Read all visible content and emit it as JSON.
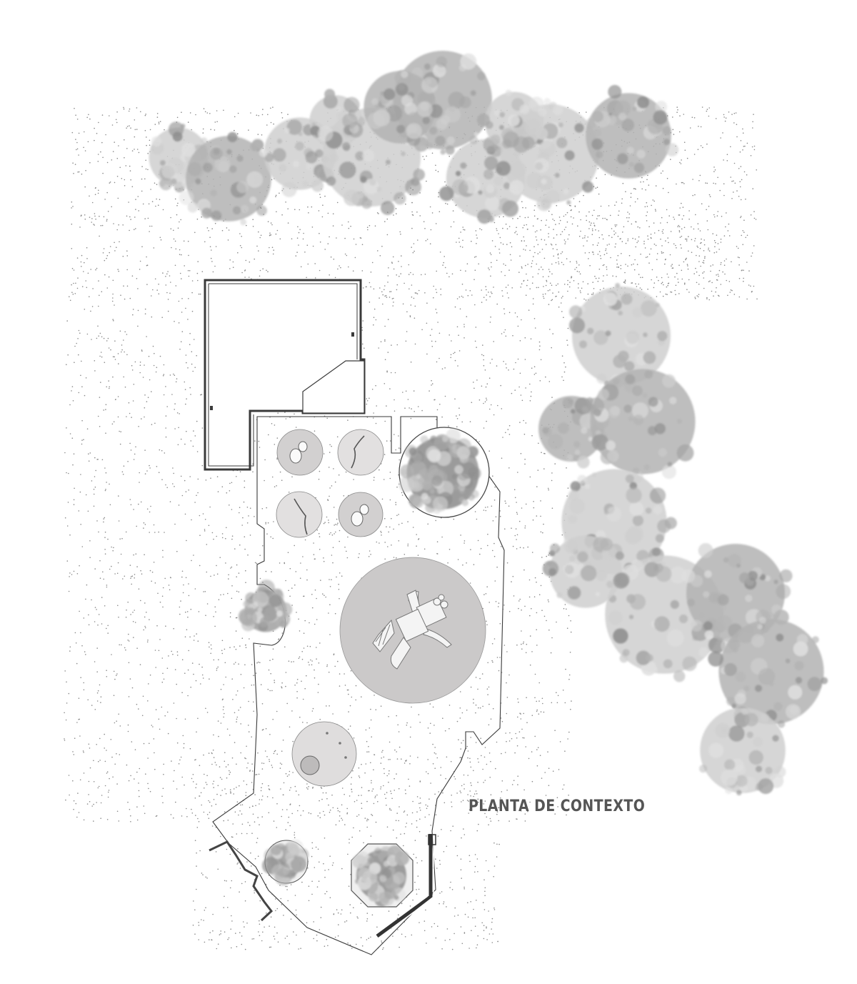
{
  "title": "PLANTA DE CONTEXTO",
  "colors": {
    "background": "#ffffff",
    "stipple": "#8a8a8a",
    "outline": "#3a3a3a",
    "tree_light": "#cfcfcf",
    "tree_mid": "#b3b3b3",
    "tree_dark": "#8f8f8f",
    "play_surface": "#cccaca",
    "pad_surface": "#d9d7d7",
    "text": "#555555"
  },
  "elements": {
    "tree_canopies": "tree-canopy-icon",
    "playground": "playground-structure-icon",
    "building": "building-outline",
    "play_circles": "play-equipment-circle"
  }
}
